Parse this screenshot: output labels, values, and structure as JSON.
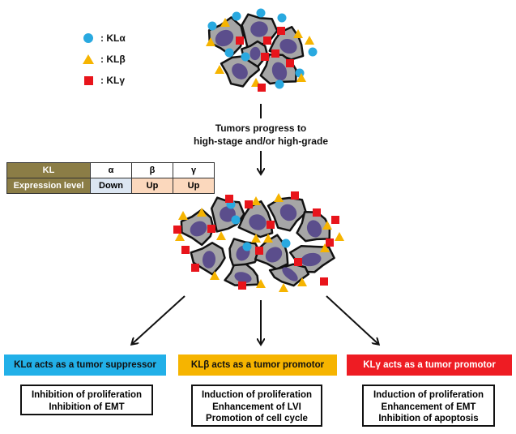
{
  "legend": {
    "items": [
      {
        "label": ": KLα",
        "shape": "circle",
        "color": "#29a9e0"
      },
      {
        "label": ": KLβ",
        "shape": "triangle",
        "color": "#f6b400"
      },
      {
        "label": ": KLγ",
        "shape": "square",
        "color": "#e8141b"
      }
    ]
  },
  "progress_text": [
    "Tumors progress to",
    "high-stage and/or high-grade"
  ],
  "table": {
    "row1": {
      "header": "KL",
      "cols": [
        "α",
        "β",
        "γ"
      ]
    },
    "row2": {
      "header": "Expression level",
      "cols": [
        "Down",
        "Up",
        "Up"
      ]
    },
    "colors": {
      "header": "#8b7d46",
      "down": "#dce6f2",
      "up": "#fbd8bd"
    }
  },
  "roles": [
    {
      "title": "KLα acts as a tumor suppressor",
      "color": "#22b0e8",
      "effects": [
        "Inhibition of proliferation",
        "Inhibition of EMT"
      ]
    },
    {
      "title": "KLβ acts as a tumor promotor",
      "color": "#f6b400",
      "effects": [
        "Induction of proliferation",
        "Enhancement of LVI",
        "Promotion of cell cycle"
      ]
    },
    {
      "title": "KLγ acts as a tumor promotor",
      "color": "#ee1c23",
      "effects": [
        "Induction of proliferation",
        "Enhancement of EMT",
        "Inhibition of apoptosis"
      ]
    }
  ],
  "colors": {
    "cell_fill": "#a6a6a6",
    "nucleus_fill": "#5b4e8c",
    "cell_outline": "#111111"
  }
}
